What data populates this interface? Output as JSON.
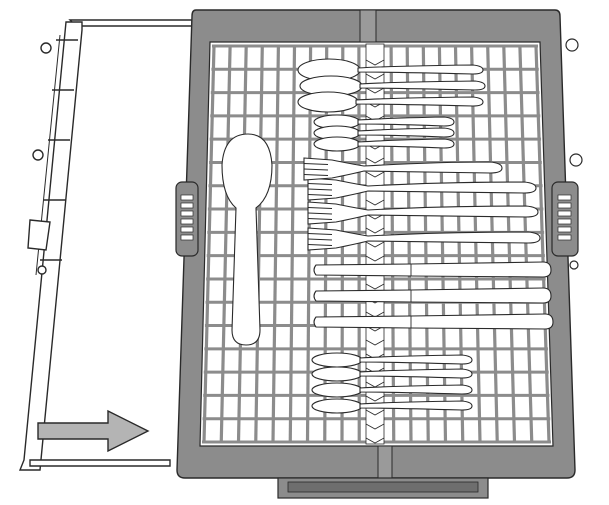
{
  "figure": {
    "arrow_direction": "right",
    "colors": {
      "tray_frame": "#8c8c8c",
      "tray_frame_dark": "#6e6e6e",
      "grid_bar": "#8c8c8c",
      "grid_background": "#ffffff",
      "cutlery_fill": "#ffffff",
      "outline": "#2a2a2a",
      "arrow_fill": "#b4b4b4"
    },
    "icons": {
      "arrow": "arrow-right-icon",
      "grip": "grip-handle-icon",
      "cutlery": [
        "spoon-icon",
        "fork-icon",
        "knife-icon",
        "serving-spoon-icon"
      ]
    },
    "cutlery_groups": [
      {
        "kind": "spoon",
        "count": 3
      },
      {
        "kind": "teaspoon",
        "count": 3
      },
      {
        "kind": "fork",
        "count": 4
      },
      {
        "kind": "knife",
        "count": 3
      },
      {
        "kind": "spoon",
        "count": 4
      },
      {
        "kind": "serving-spoon",
        "count": 1
      }
    ]
  }
}
